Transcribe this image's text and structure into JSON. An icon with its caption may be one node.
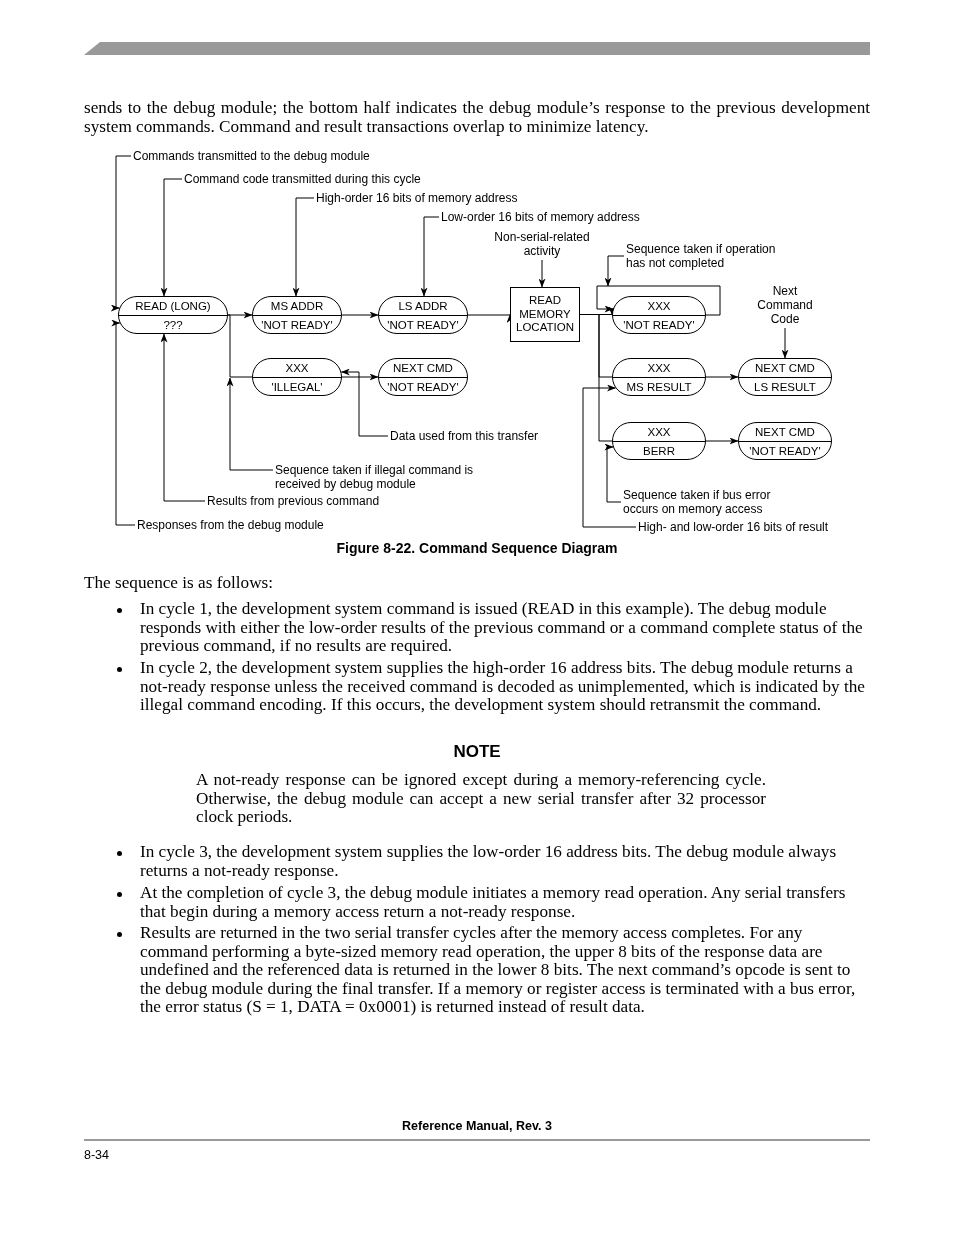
{
  "diagram": {
    "caption": "Figure 8-22. Command Sequence Diagram",
    "nodes": [
      {
        "text": [
          "READ (LONG)",
          "???"
        ]
      },
      {
        "text": [
          "MS ADDR",
          "'NOT READY'"
        ]
      },
      {
        "text": [
          "LS ADDR",
          "'NOT READY'"
        ]
      },
      {
        "text": [
          "READ MEMORY LOCATION"
        ]
      },
      {
        "text": [
          "XXX",
          "'NOT READY'"
        ]
      },
      {
        "text": [
          "XXX",
          "'ILLEGAL'"
        ]
      },
      {
        "text": [
          "NEXT CMD",
          "'NOT READY'"
        ]
      },
      {
        "text": [
          "XXX",
          "MS RESULT"
        ]
      },
      {
        "text": [
          "NEXT CMD",
          "LS RESULT"
        ]
      },
      {
        "text": [
          "XXX",
          "BERR"
        ]
      },
      {
        "text": [
          "NEXT CMD",
          "'NOT READY'"
        ]
      },
      {
        "text": [
          "Commands transmitted to the debug module"
        ]
      },
      {
        "text": [
          "Command code transmitted during this cycle"
        ]
      },
      {
        "text": [
          "High-order 16 bits of memory address"
        ]
      },
      {
        "text": [
          "Low-order 16 bits of memory address"
        ]
      },
      {
        "text": [
          "Non-serial-related activity"
        ]
      },
      {
        "text": [
          "Sequence taken if operation has not completed"
        ]
      },
      {
        "text": [
          "Next Command Code"
        ]
      },
      {
        "text": [
          "Data used from this transfer"
        ]
      },
      {
        "text": [
          "Sequence taken if illegal command is received by debug module"
        ]
      },
      {
        "text": [
          "Results from previous command"
        ]
      },
      {
        "text": [
          "Responses from the debug module"
        ]
      },
      {
        "text": [
          "Sequence taken if bus error occurs on memory access"
        ]
      },
      {
        "text": [
          "High- and low-order 16 bits of result"
        ]
      }
    ],
    "edges": [
      {
        "from": 0,
        "to": 1,
        "arrow": "to"
      },
      {
        "from": 1,
        "to": 2,
        "arrow": "to"
      },
      {
        "from": 2,
        "to": 3,
        "arrow": "to"
      },
      {
        "from": 3,
        "to": 4,
        "arrow": "to"
      },
      {
        "from": 4,
        "to": 4,
        "arrow": "to"
      },
      {
        "from": 0,
        "to": 5,
        "arrow": "none"
      },
      {
        "from": 5,
        "to": 6,
        "arrow": "to"
      },
      {
        "from": 3,
        "to": 7,
        "arrow": "none"
      },
      {
        "from": 7,
        "to": 8,
        "arrow": "to"
      },
      {
        "from": 3,
        "to": 9,
        "arrow": "none"
      },
      {
        "from": 9,
        "to": 10,
        "arrow": "to"
      },
      {
        "from": 11,
        "to": 0,
        "arrow": "to"
      },
      {
        "from": 12,
        "to": 0,
        "arrow": "to"
      },
      {
        "from": 13,
        "to": 1,
        "arrow": "to"
      },
      {
        "from": 14,
        "to": 2,
        "arrow": "to"
      },
      {
        "from": 15,
        "to": 3,
        "arrow": "to"
      },
      {
        "from": 16,
        "to": 4,
        "arrow": "to"
      },
      {
        "from": 17,
        "to": 8,
        "arrow": "to"
      },
      {
        "from": 18,
        "to": 5,
        "arrow": "to"
      },
      {
        "from": 19,
        "to": 5,
        "arrow": "to"
      },
      {
        "from": 20,
        "to": 0,
        "arrow": "to"
      },
      {
        "from": 21,
        "to": 0,
        "arrow": "to"
      },
      {
        "from": 22,
        "to": 9,
        "arrow": "to"
      },
      {
        "from": 23,
        "to": 7,
        "arrow": "to"
      }
    ],
    "labels": [
      "sends to the debug module; the bottom half indicates the debug module’s response to the previous development system commands. Command and result transactions overlap to minimize latency.",
      "The sequence is as follows:",
      "In cycle 1, the development system command is issued (READ in this example). The debug module responds with either the low-order results of the previous command or a command complete status of the previous command, if no results are required.",
      "In cycle 2, the development system supplies the high-order 16 address bits. The debug module returns a not-ready response unless the received command is decoded as unimplemented, which is indicated by the illegal command encoding. If this occurs, the development system should retransmit the command.",
      "NOTE",
      "A not-ready response can be ignored except during a memory-referencing cycle. Otherwise, the debug module can accept a new serial transfer after 32 processor clock periods.",
      "In cycle 3, the development system supplies the low-order 16 address bits. The debug module always returns a not-ready response.",
      "At the completion of cycle 3, the debug module initiates a memory read operation. Any serial transfers that begin during a memory access return a not-ready response.",
      "Results are returned in the two serial transfer cycles after the memory access completes. For any command performing a byte-sized memory read operation, the upper 8 bits of the response data are undefined and the referenced data is returned in the lower 8 bits. The next command’s opcode is sent to the debug module during the final transfer. If a memory or register access is terminated with a bus error, the error status (S = 1, DATA = 0x0001) is returned instead of result data.",
      "Reference Manual, Rev. 3",
      "8-34"
    ]
  }
}
